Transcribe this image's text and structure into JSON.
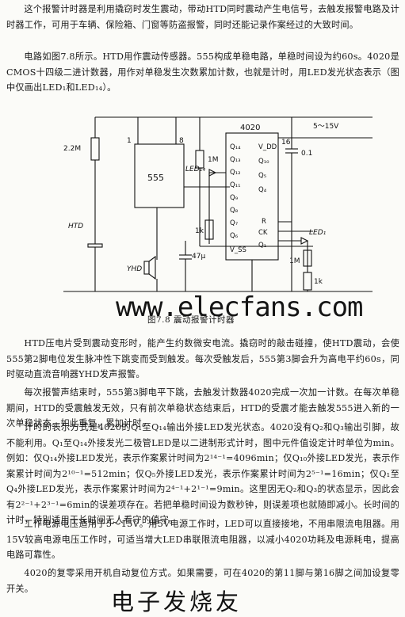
{
  "paragraphs": [
    "这个报警计时器是利用撬窃时发生震动，带动HTD同时震动产生电信号，去触发报警电路及计时器工作，可用于车辆、保险箱、门窗等防盗报警，同时还能记录作案经过的大致时间。",
    "电路如图7.8所示。HTD用作震动传感器。555构成单稳电路，单稳时间设为约60s。4020是CMOS十四级二进计数器，用作对单稳发生次数累加计数，也就是计时，用LED发光状态表示（图中仅画出LED₁和LED₁₄）。",
    "HTD压电片受到震动变形时，能产生约数微安电流。撬窃时的敲击碰撞，使HTD震动，会使555第2脚电位发生脉冲性下跳变而受到触发。每次受触发后，555第3脚会升为高电平约60s，同时驱动直流音响器YHD发声报警。",
    "每次报警声结束时，555第3脚电平下跳，去触发计数器4020完成一次加一计数。在每次单稳期间，HTD的受震触发无效，只有前次单稳状态结束后，HTD的受震才能去触发555进入新的一次单稳状态。如此重复，累加计时。",
    "计时的表示方式是4020的Q₁至Q₁₄输出外接LED发光状态。4020没有Q₂和Q₃输出引脚，故不能利用。Q₁至Q₁₄外接发光二极管LED是以二进制形式计时，图中元件值设定计时单位为min。例如：仅Q₁₄外接LED发光，表示作案累计时间为2¹⁴⁻¹=4096min；仅Q₁₀外接LED发光，表示作案累计时间为2¹⁰⁻¹=512min；仅Q₅外接LED发光，表示作案累计时间为2⁵⁻¹=16min；仅Q₁至Q₄外接LED发光，表示作案累计时间为2⁴⁻¹+2¹⁻¹=9min。这里因无Q₂和Q₃的状态显示，因此会有2²⁻¹+2³⁻¹=6min的误差项存在。若把单稳时间设为数秒钟，则误差项也就随即减小。长时间的计时，特别适用于长时间无人看守的值守。",
    "工作电源电压适用于5～15V。用5V电源工作时，LED可以直接接地，不用串限流电阻器。用15V较高电源电压工作时，可适当增大LED串联限流电阻器，以减小4020功耗及电源耗电，提高电路可靠性。",
    "4020的复零采用开机自动复位方式。如果需要，可在4020的第11脚与第16脚之间加设复零开关。"
  ],
  "figure": {
    "caption": "图7.8  震动报警计时器",
    "watermark": "www.elecfans.com",
    "chip_555": "555",
    "chip_4020": "4020",
    "supply": "5～15V",
    "labels": {
      "r1": "2.2M",
      "r2": "1M",
      "r3": "1k",
      "r4": "1M",
      "r5": "1k",
      "c1": "47μ",
      "c2": "0.1",
      "htd": "HTD",
      "yhd": "YHD",
      "led14": "LED₁₄",
      "led1": "LED₁",
      "pin1": "1",
      "pin8": "8",
      "pin16": "16"
    },
    "pins_4020_left": [
      "Q₁₄",
      "Q₁₃",
      "Q₁₂",
      "Q₁₁",
      "Q₉",
      "Q₈",
      "Q₇",
      "Q₆",
      "V_SS"
    ],
    "pins_4020_right": [
      "V_DD",
      "Q₁₀",
      "Q₅",
      "Q₄",
      "R",
      "CK",
      "Q₁"
    ]
  },
  "footer": {
    "logo": "电子发烧友"
  }
}
